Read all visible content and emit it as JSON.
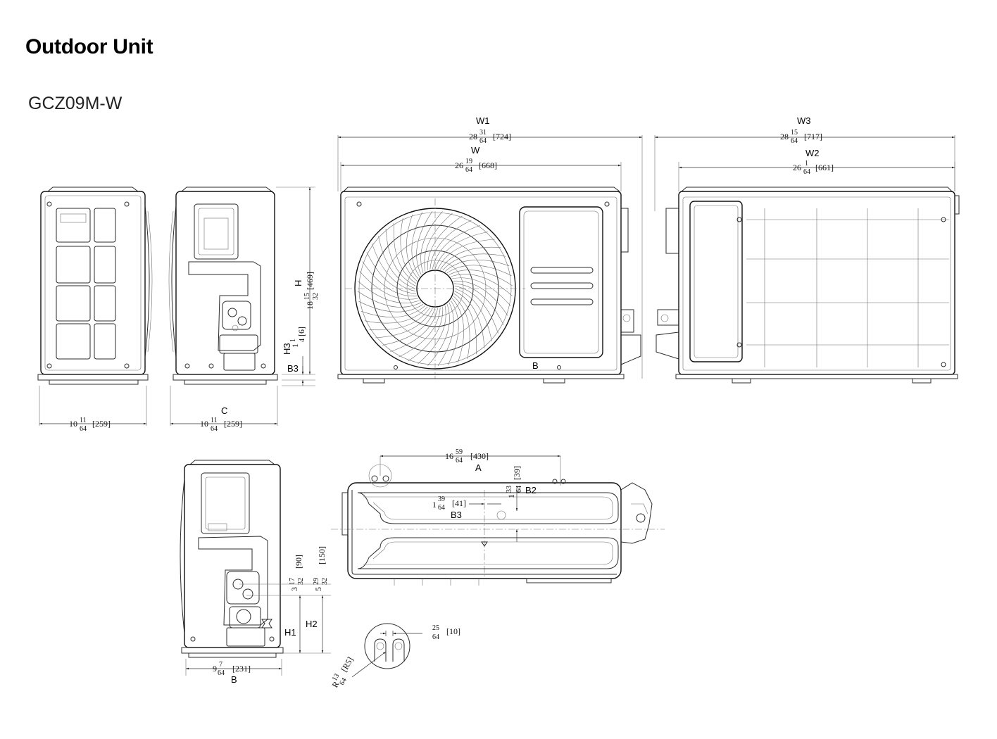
{
  "title": "Outdoor Unit",
  "model": "GCZ09M-W",
  "dimensions": {
    "W1": {
      "label": "W1",
      "whole": "28",
      "num": "31",
      "den": "64",
      "mm": "[724]"
    },
    "W": {
      "label": "W",
      "whole": "26",
      "num": "19",
      "den": "64",
      "mm": "[668]"
    },
    "W3": {
      "label": "W3",
      "whole": "28",
      "num": "15",
      "den": "64",
      "mm": "[717]"
    },
    "W2": {
      "label": "W2",
      "whole": "26",
      "num": "1",
      "den": "64",
      "mm": "[661]"
    },
    "H": {
      "label": "H",
      "whole": "18",
      "num": "15",
      "den": "32",
      "mm": "[469]"
    },
    "H3": {
      "label": "H3",
      "whole": "1",
      "num": "1",
      "den": "4",
      "mm": "[6]"
    },
    "B3_side": {
      "label": "B3"
    },
    "depth_left": {
      "whole": "10",
      "num": "11",
      "den": "64",
      "mm": "[259]"
    },
    "C": {
      "label": "C",
      "whole": "10",
      "num": "11",
      "den": "64",
      "mm": "[259]"
    },
    "B_front": {
      "label": "B"
    },
    "A": {
      "label": "A",
      "whole": "16",
      "num": "59",
      "den": "64",
      "mm": "[430]"
    },
    "B2": {
      "label": "B2",
      "whole": "1",
      "num": "33",
      "den": "64",
      "mm": "[39]"
    },
    "B3_top": {
      "label": "B3",
      "whole": "1",
      "num": "39",
      "den": "64",
      "mm": "[41]"
    },
    "H1": {
      "label": "H1",
      "whole": "3",
      "num": "17",
      "den": "32",
      "mm": "[90]"
    },
    "H2": {
      "label": "H2",
      "whole": "5",
      "num": "29",
      "den": "32",
      "mm": "[150]"
    },
    "B_bottom": {
      "label": "B",
      "whole": "9",
      "num": "7",
      "den": "64",
      "mm": "[231]"
    },
    "hole": {
      "whole": "",
      "num": "25",
      "den": "64",
      "mm": "[10]"
    },
    "R": {
      "prefix": "R",
      "num": "13",
      "den": "64",
      "mm": "[R5]"
    }
  }
}
